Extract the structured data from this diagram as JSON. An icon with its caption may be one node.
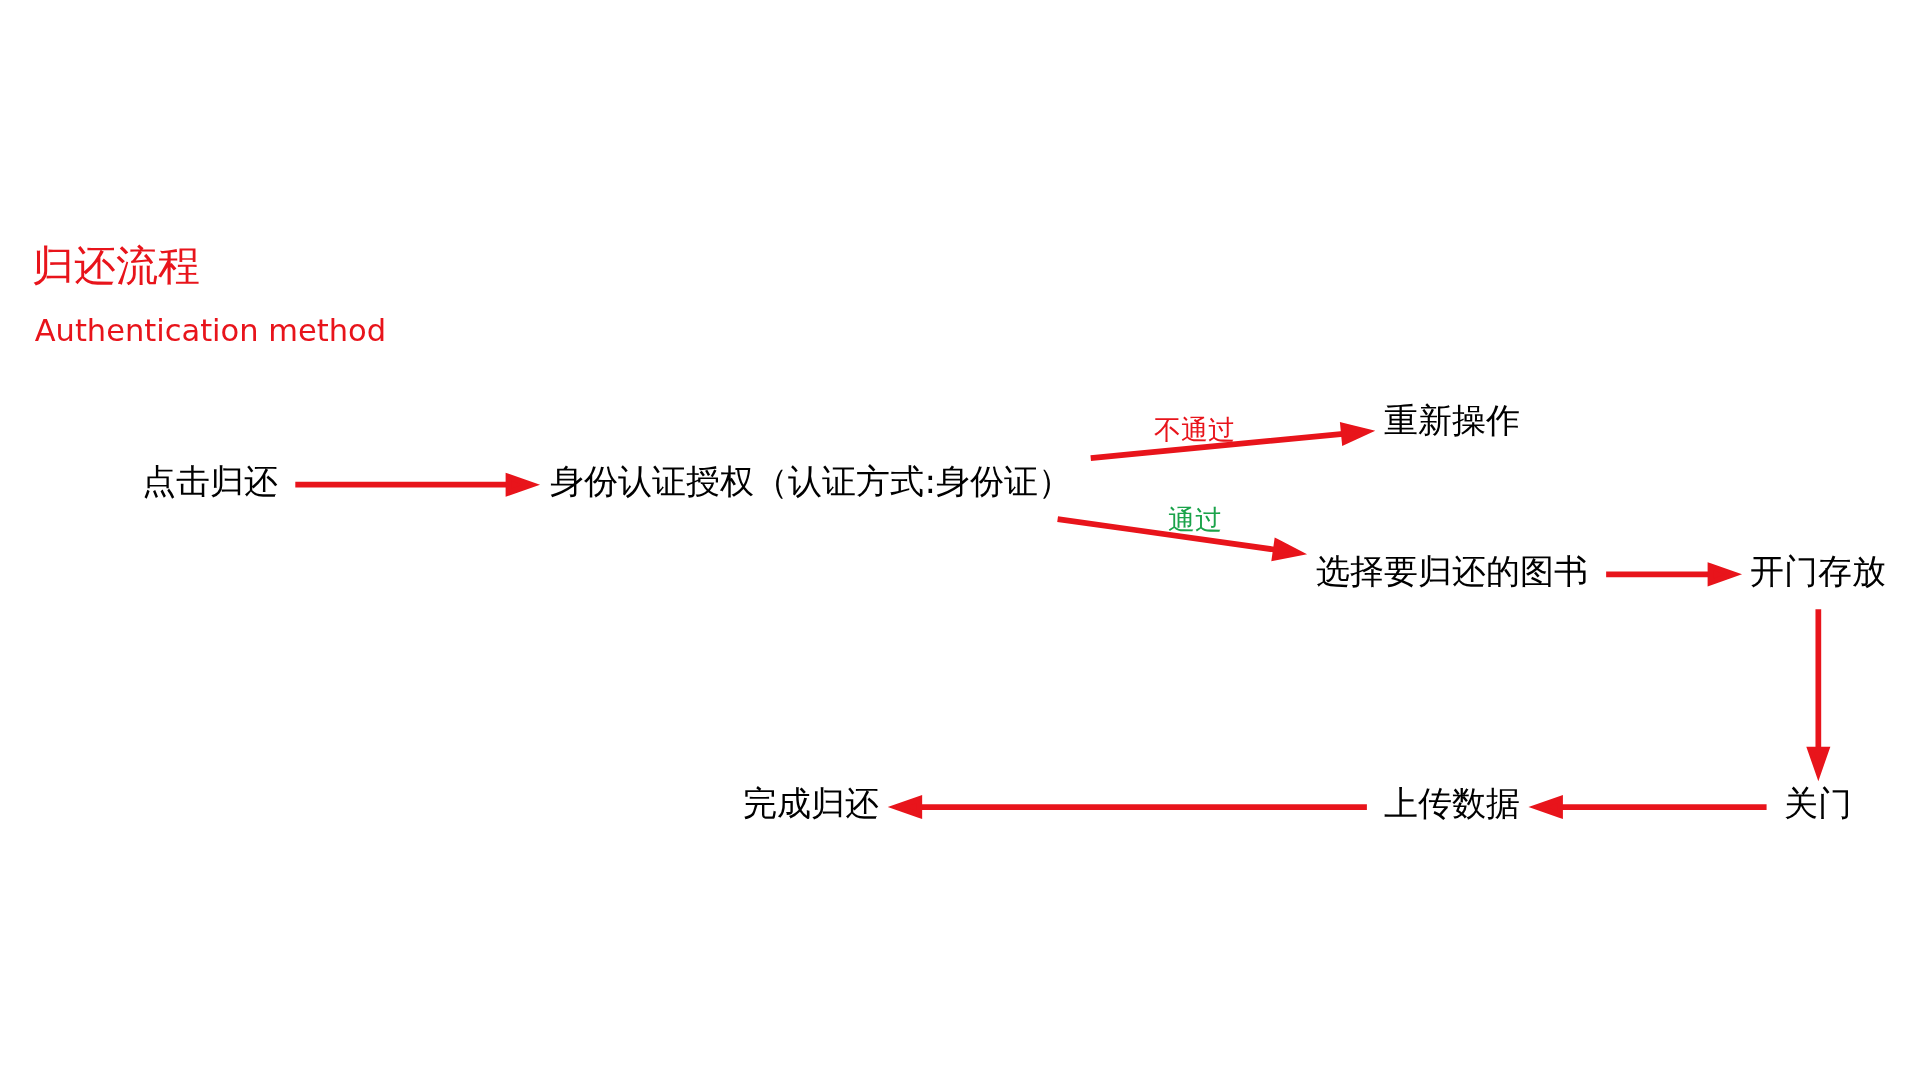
{
  "diagram": {
    "title": "归还流程",
    "nodes": [
      {
        "text": [
          "点击归还"
        ]
      },
      {
        "text": [
          "身份认证授权（认证方式:身份证）"
        ]
      },
      {
        "text": [
          "重新操作"
        ]
      },
      {
        "text": [
          "选择要归还的图书"
        ]
      },
      {
        "text": [
          "开门存放"
        ]
      },
      {
        "text": [
          "关门"
        ]
      },
      {
        "text": [
          "上传数据"
        ]
      },
      {
        "text": [
          "完成归还"
        ]
      }
    ],
    "edges": [
      {
        "from": 0,
        "to": 1,
        "arrow": "to"
      },
      {
        "from": 1,
        "to": 2,
        "arrow": "to",
        "label": "不通过"
      },
      {
        "from": 1,
        "to": 3,
        "arrow": "to",
        "label": "通过"
      },
      {
        "from": 3,
        "to": 4,
        "arrow": "to"
      },
      {
        "from": 4,
        "to": 5,
        "arrow": "to"
      },
      {
        "from": 5,
        "to": 6,
        "arrow": "to"
      },
      {
        "from": 6,
        "to": 7,
        "arrow": "to"
      }
    ],
    "labels": [
      "Authentication method"
    ]
  }
}
